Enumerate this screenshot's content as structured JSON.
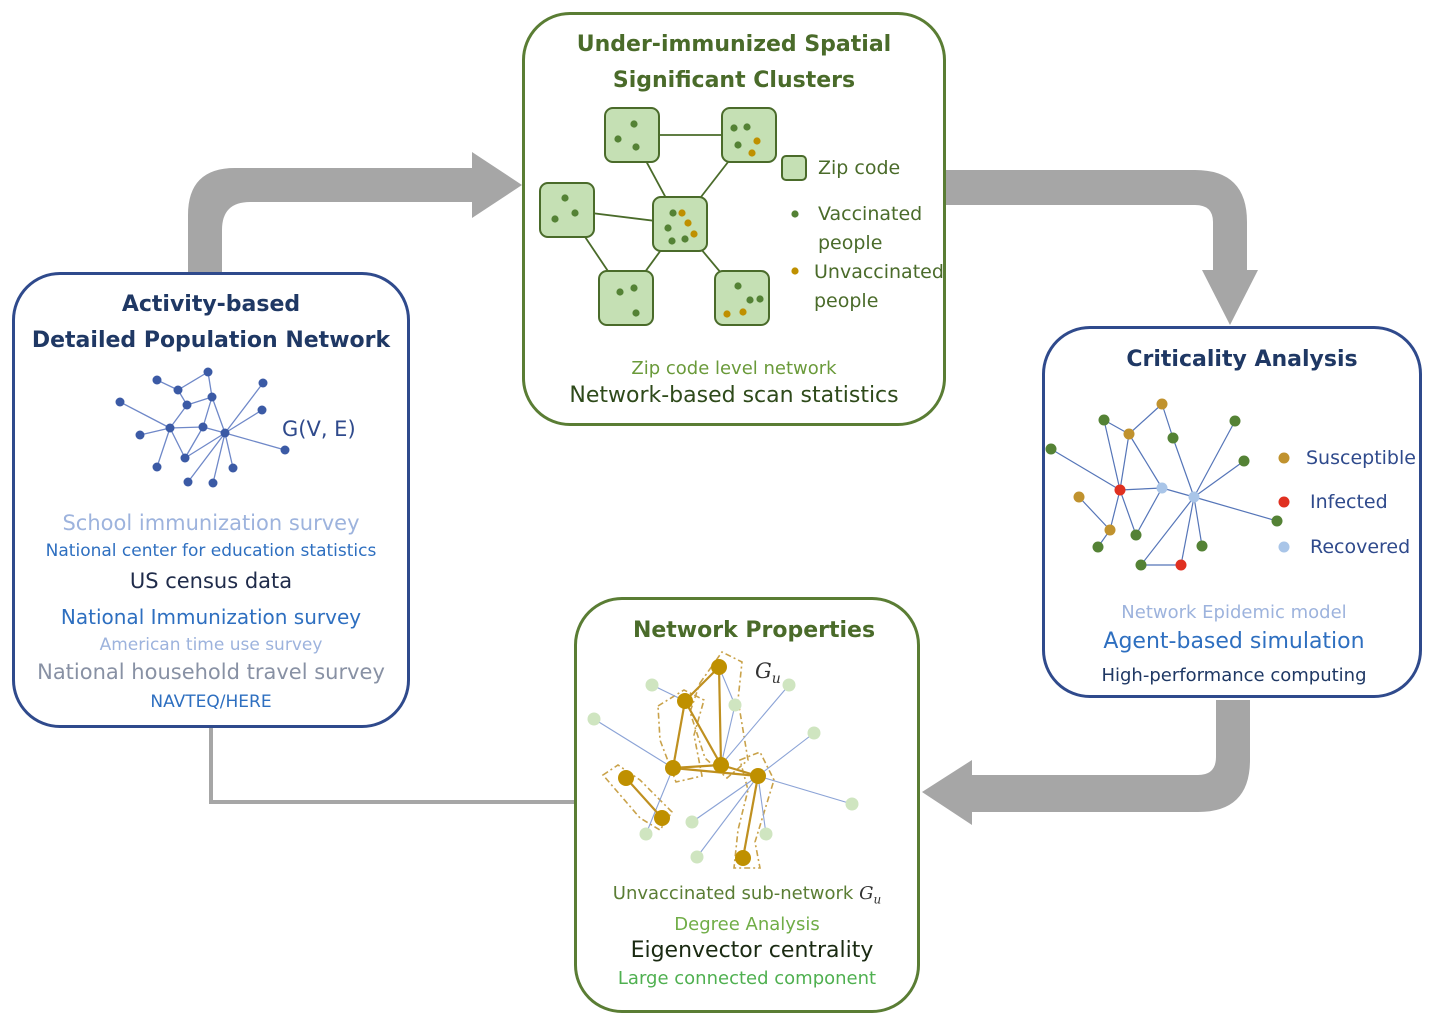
{
  "activity": {
    "title_line1": "Activity-based",
    "title_line2": "Detailed Population Network",
    "graph_label": "G(V, E)",
    "sources": [
      {
        "text": "School immunization survey",
        "color": "#9db3dd"
      },
      {
        "text": "National center for education statistics",
        "color": "#2e6fc0"
      },
      {
        "text": "US census data",
        "color": "#1f2b4a"
      },
      {
        "text": "National Immunization survey",
        "color": "#2e6fc0"
      },
      {
        "text": "American time use survey",
        "color": "#9db3dd"
      },
      {
        "text": "National household travel survey",
        "color": "#8891a4"
      },
      {
        "text": "NAVTEQ/HERE",
        "color": "#2e6fc0"
      }
    ]
  },
  "clusters": {
    "title_line1": "Under-immunized Spatial",
    "title_line2": "Significant Clusters",
    "legend": {
      "zip": "Zip code",
      "vaccinated_line1": "Vaccinated",
      "vaccinated_line2": "people",
      "unvaccinated_line1": "Unvaccinated",
      "unvaccinated_line2": "people"
    },
    "caption1": "Zip code level network",
    "caption2": "Network-based scan statistics"
  },
  "criticality": {
    "title": "Criticality Analysis",
    "legend": {
      "susceptible": "Susceptible",
      "infected": "Infected",
      "recovered": "Recovered"
    },
    "caption1": "Network Epidemic model",
    "caption2": "Agent-based simulation",
    "caption3": "High-performance computing"
  },
  "properties": {
    "title": "Network Properties",
    "gu_label": "G",
    "gu_sub": "u",
    "caption1_text": "Unvaccinated sub-network",
    "caption1_g": "G",
    "caption1_sub": "u",
    "caption2": "Degree Analysis",
    "caption3": "Eigenvector centrality",
    "caption4": "Large connected component"
  },
  "colors": {
    "navy": "#2f4a8c",
    "dark_green": "#5a7d34",
    "zip_fill": "#c5e0b4",
    "vaccinated": "#548235",
    "unvaccinated": "#bf9000",
    "susceptible": "#c0922e",
    "infected": "#e03020",
    "recovered": "#a9c5e8",
    "light_node": "#cfe5c0",
    "arrow_gray": "#a6a6a6",
    "network_blue": "#3b5aa5"
  }
}
